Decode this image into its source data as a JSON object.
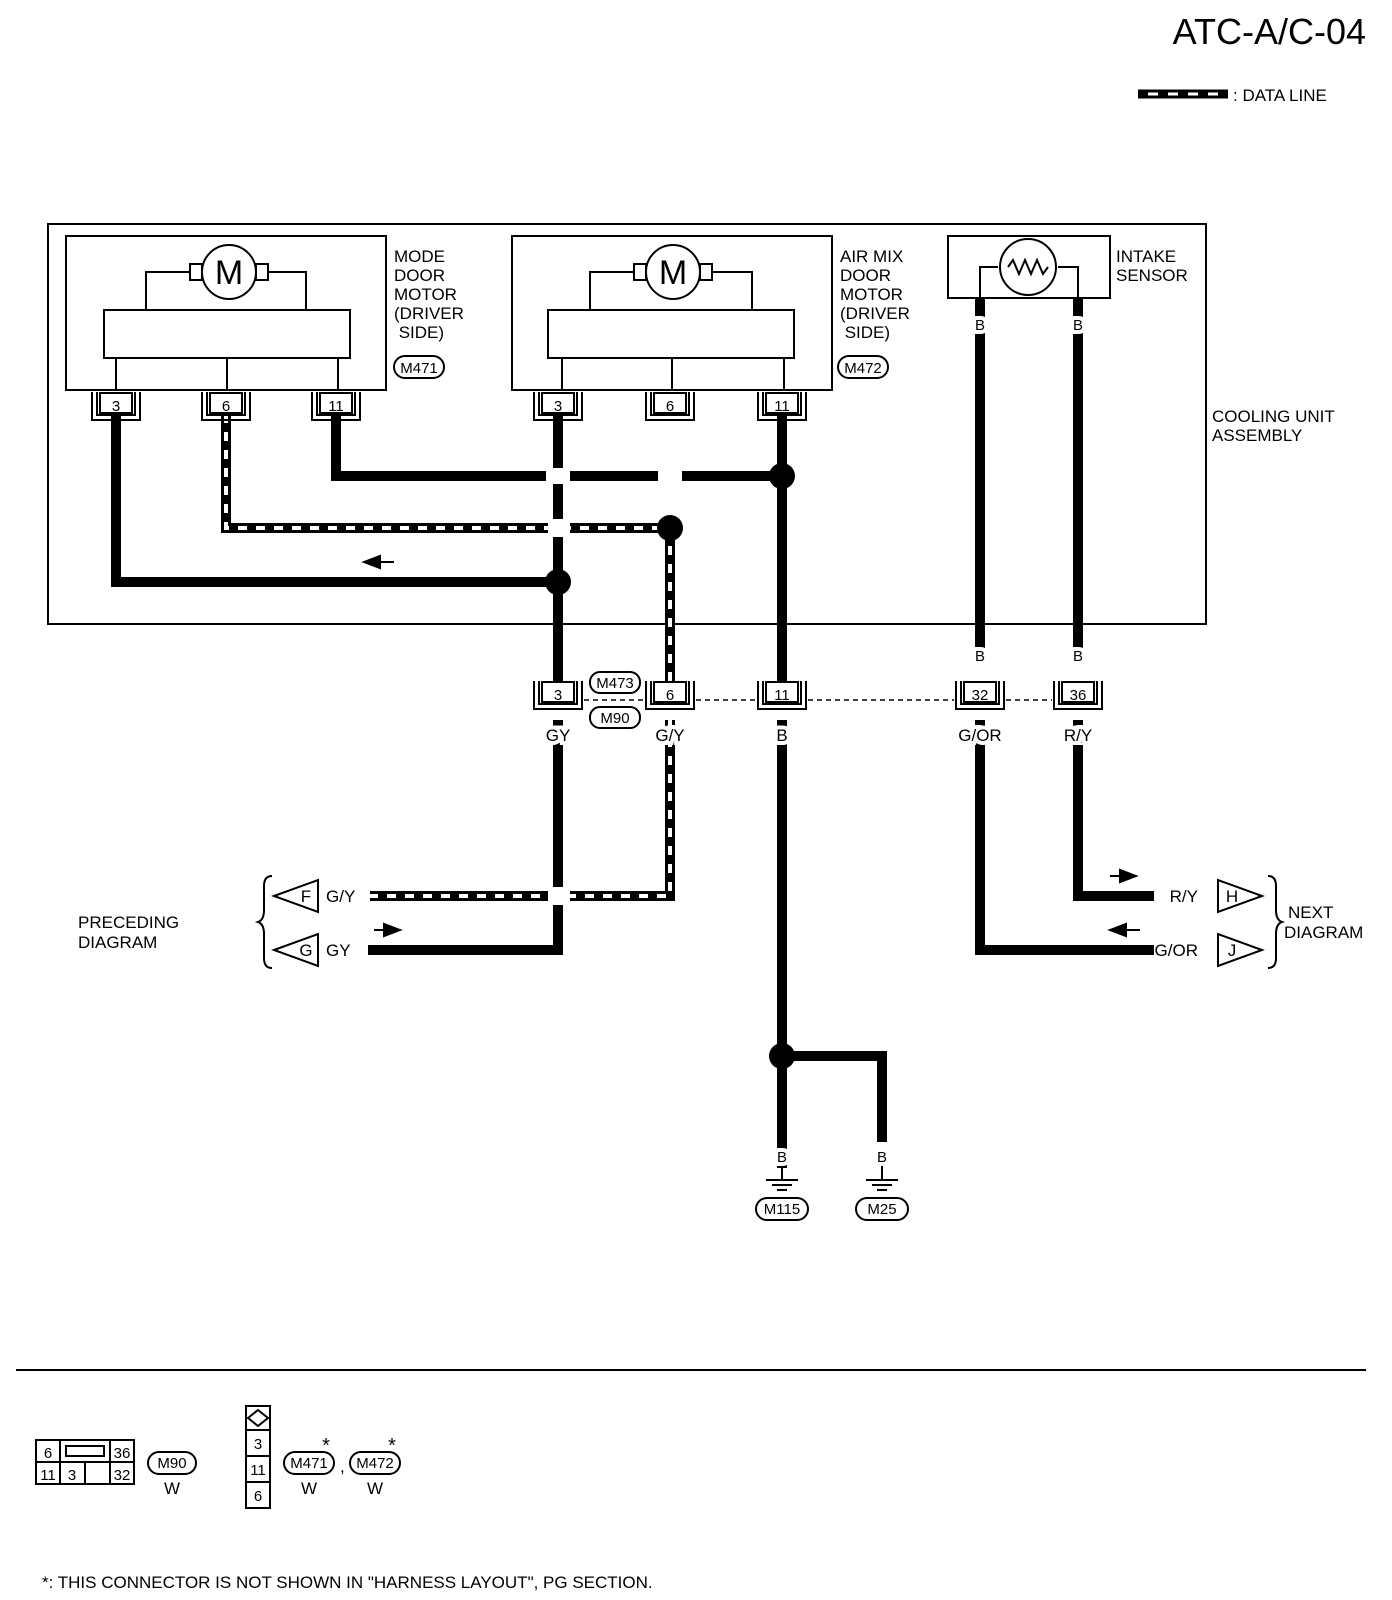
{
  "page_id": "ATC-A/C-04",
  "legend": {
    "data_line_label": ": DATA LINE"
  },
  "assembly_label": [
    "COOLING UNIT",
    "ASSEMBLY"
  ],
  "components": {
    "mode_motor": {
      "label_lines": [
        "MODE",
        "DOOR",
        "MOTOR",
        "(DRIVER",
        " SIDE)"
      ],
      "connector": "M471",
      "motor_symbol": "M",
      "pins": [
        "3",
        "6",
        "11"
      ]
    },
    "airmix_motor": {
      "label_lines": [
        "AIR MIX",
        "DOOR",
        "MOTOR",
        "(DRIVER",
        " SIDE)"
      ],
      "connector": "M472",
      "motor_symbol": "M",
      "pins": [
        "3",
        "6",
        "11"
      ]
    },
    "intake_sensor": {
      "label_lines": [
        "INTAKE",
        "SENSOR"
      ],
      "wire_colors": [
        "B",
        "B"
      ]
    }
  },
  "joint_connector": {
    "connectors": [
      "M473",
      "M90"
    ],
    "pins": [
      "3",
      "6",
      "11",
      "32",
      "36"
    ],
    "upper_wire_colors": [
      "B",
      "B"
    ],
    "lower_wire_colors": [
      "GY",
      "G/Y",
      "B",
      "G/OR",
      "R/Y"
    ]
  },
  "preceding": {
    "label_lines": [
      "PRECEDING",
      "DIAGRAM"
    ],
    "arrows": [
      {
        "letter": "F",
        "wire": "G/Y"
      },
      {
        "letter": "G",
        "wire": "GY"
      }
    ]
  },
  "next": {
    "label_lines": [
      "NEXT",
      "DIAGRAM"
    ],
    "arrows": [
      {
        "letter": "H",
        "wire": "R/Y"
      },
      {
        "letter": "J",
        "wire": "G/OR"
      }
    ]
  },
  "grounds": [
    {
      "wire": "B",
      "connector": "M115"
    },
    {
      "wire": "B",
      "connector": "M25"
    }
  ],
  "connector_views": {
    "m90": {
      "cells_top": [
        "6",
        "36"
      ],
      "cells_bottom": [
        "11",
        "3",
        "32"
      ],
      "connector": "M90",
      "color": "W"
    },
    "m471_m472": {
      "cells": [
        "3",
        "11",
        "6"
      ],
      "connectors": [
        "M471",
        "M472"
      ],
      "color": "W",
      "star": "*",
      "separator": ","
    }
  },
  "footnote": "*: THIS CONNECTOR IS NOT SHOWN IN \"HARNESS LAYOUT\", PG SECTION."
}
